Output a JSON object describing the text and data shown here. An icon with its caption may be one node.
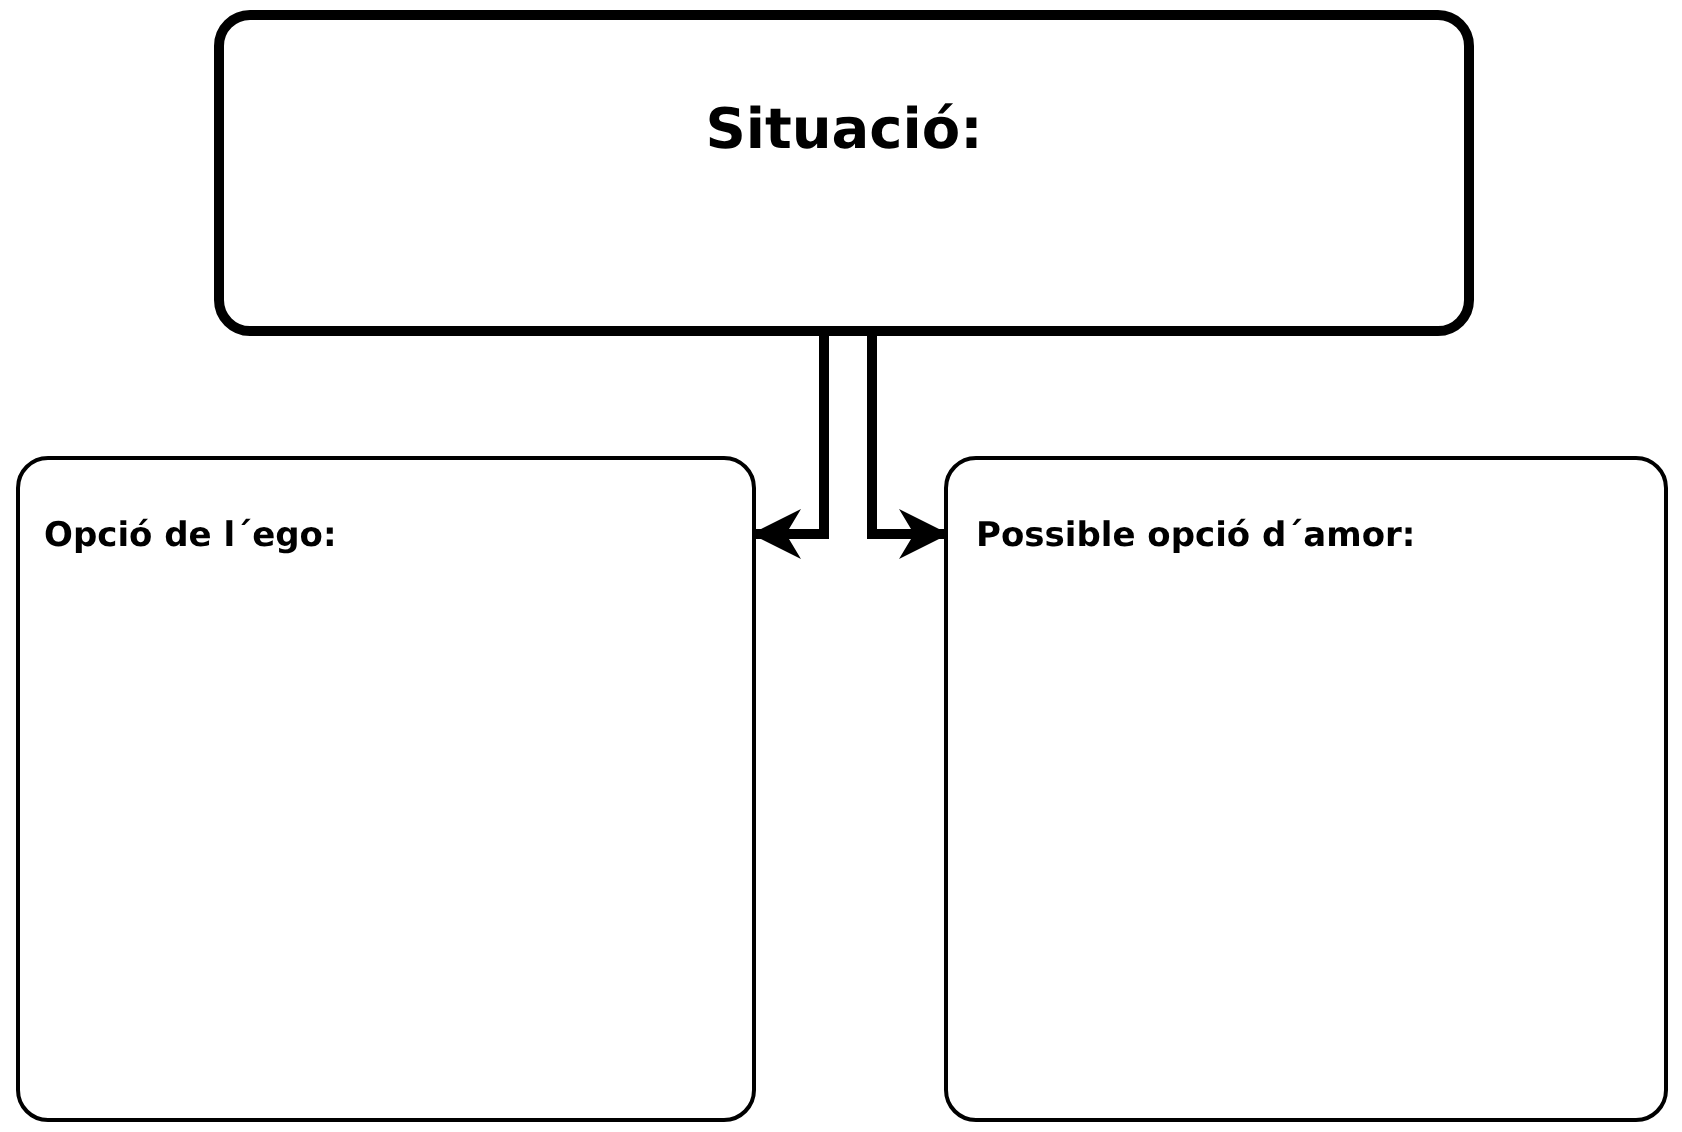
{
  "diagram": {
    "nodes": [
      {
        "text": [
          "Situació:"
        ]
      },
      {
        "text": [
          "Opció de l´ego:"
        ]
      },
      {
        "text": [
          "Possible opció d´amor:"
        ]
      }
    ],
    "edges": [
      {
        "from": 0,
        "to": 1,
        "arrow": "to"
      },
      {
        "from": 0,
        "to": 2,
        "arrow": "to"
      }
    ]
  }
}
